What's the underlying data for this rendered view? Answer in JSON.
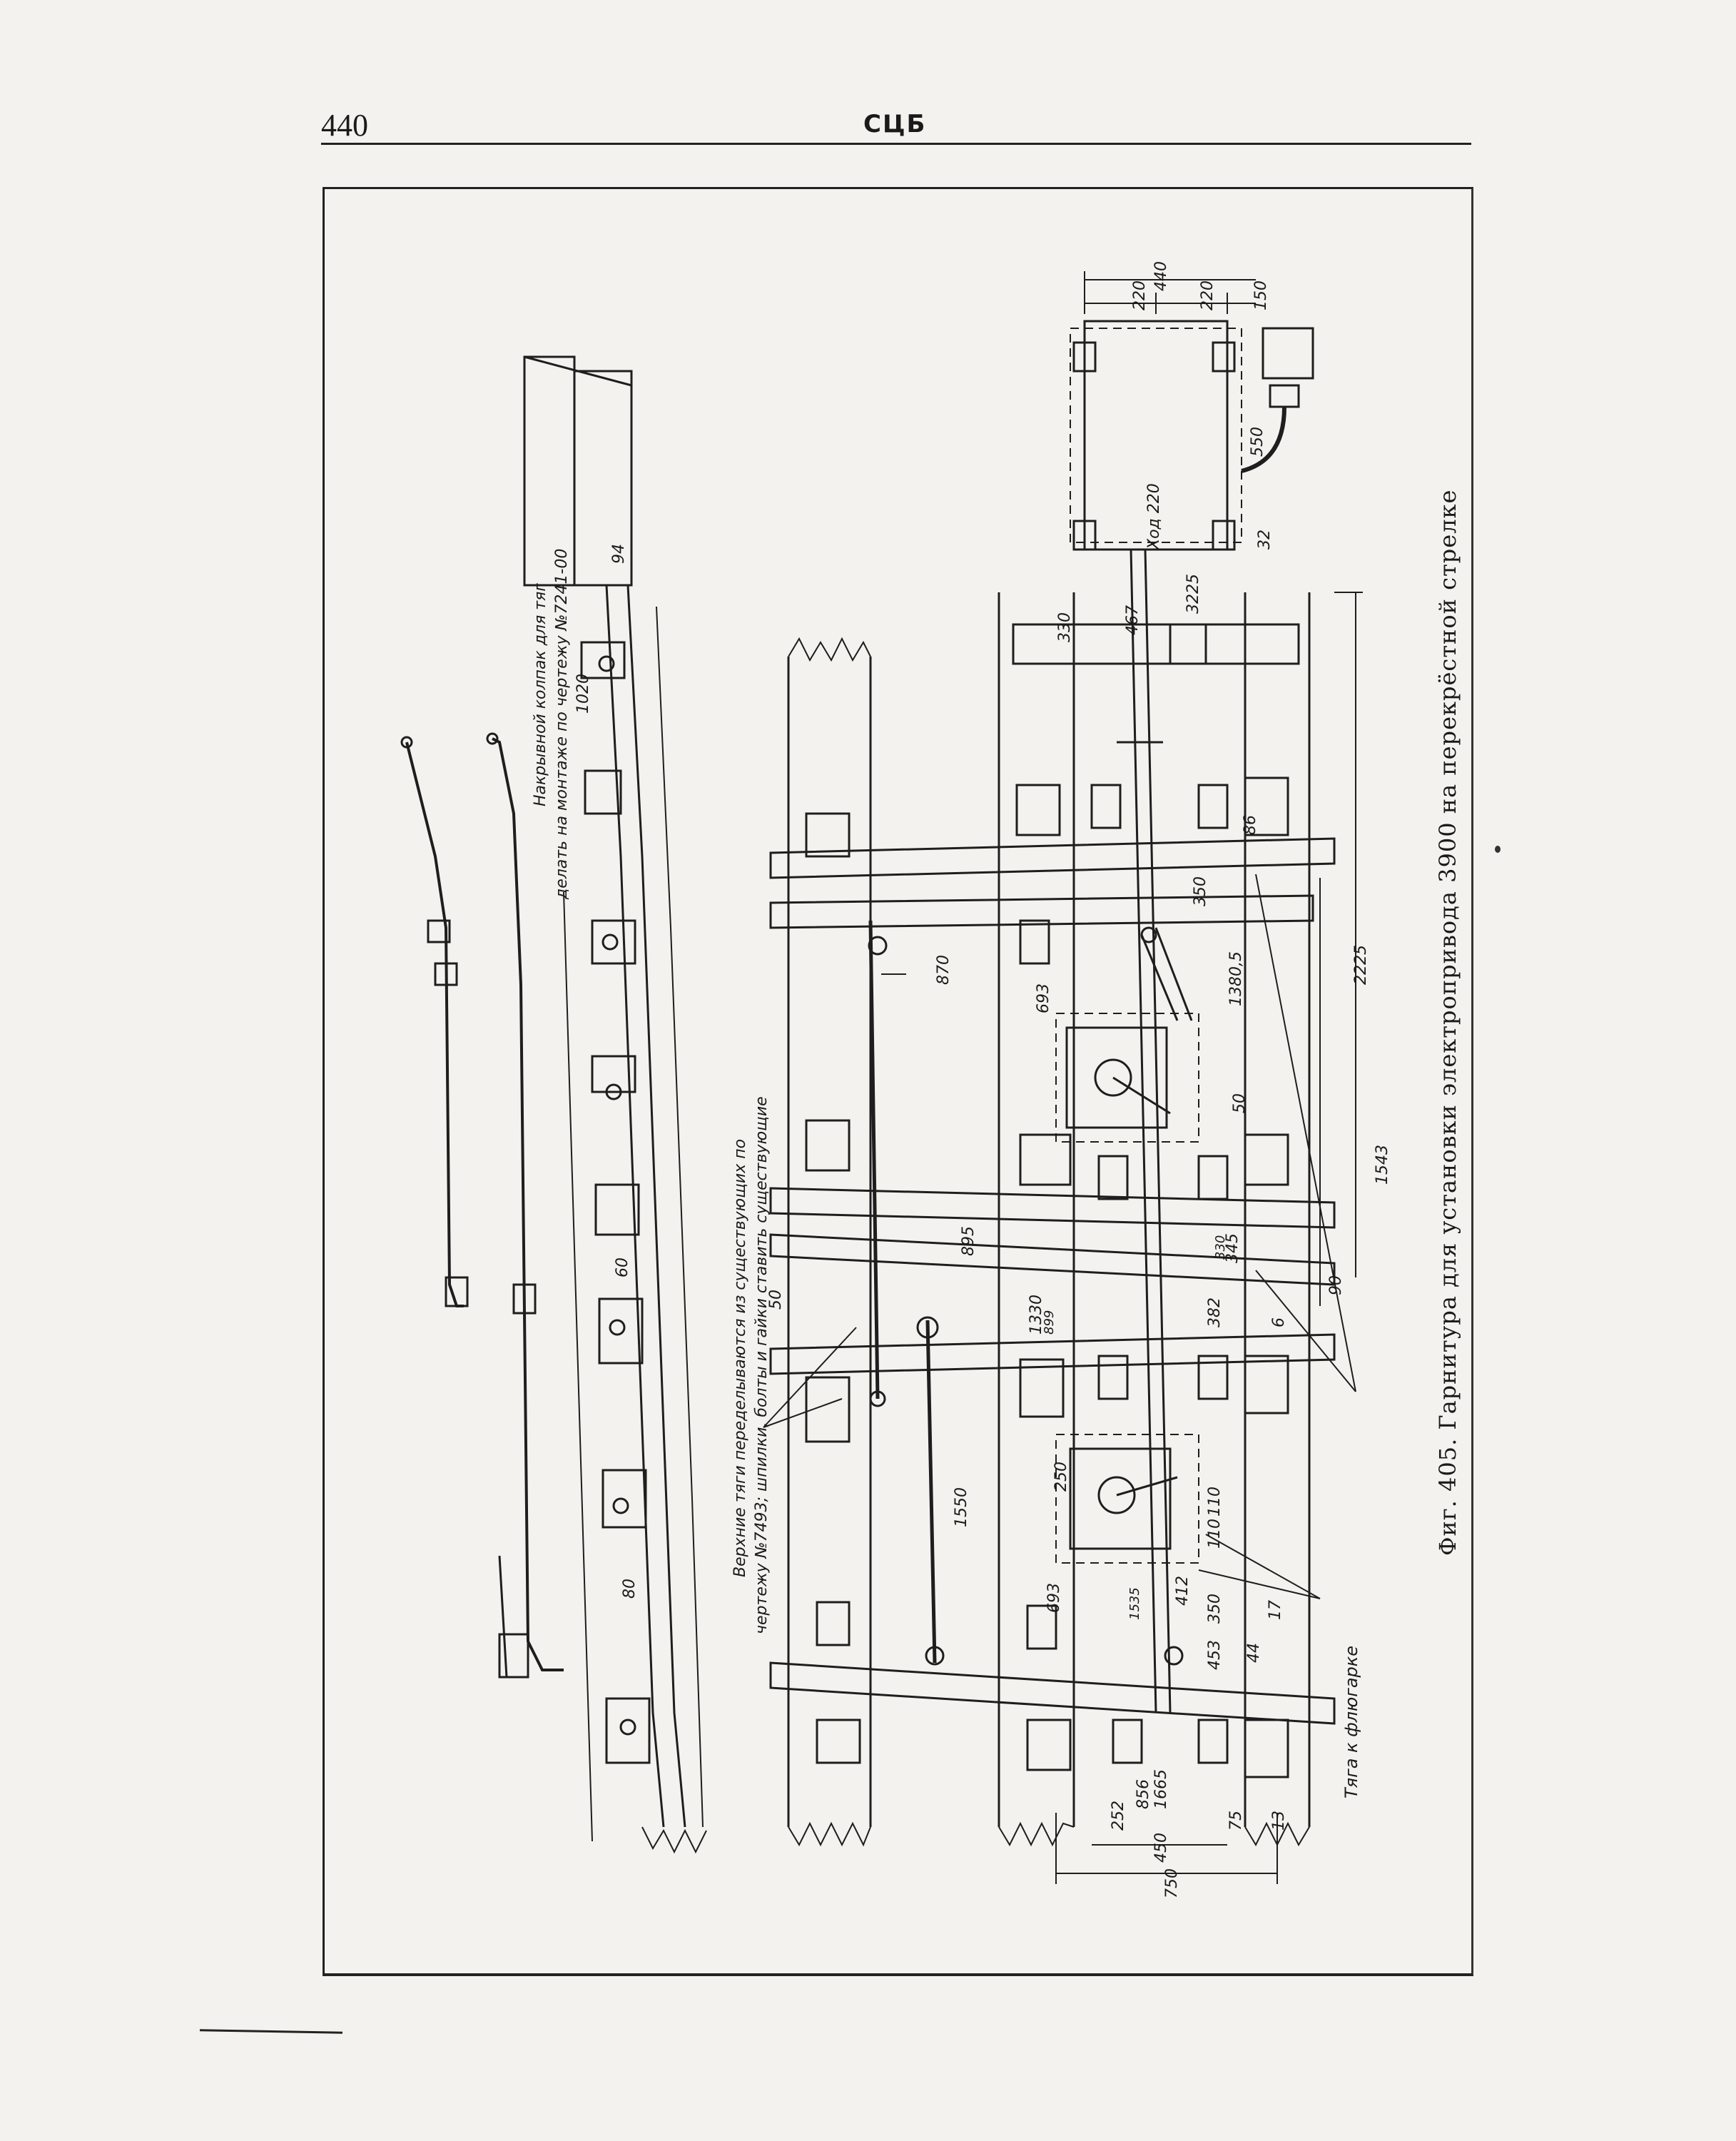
{
  "header": {
    "page_number": "440",
    "running_head": "СЦБ"
  },
  "figure": {
    "caption": "Фиг. 405. Гарнитура для установки электропривода 3900 на перекрёстной стрелке",
    "notes": {
      "cap_note": "Накрывной колпак для тяг",
      "mount_note": "делать на монтаже по чертежу №7241-00",
      "upper_rods_note_1": "Верхние тяги переделываются из существующих по",
      "upper_rods_note_2": "чертежу №7493; шпилки, болты и гайки ставить существующие",
      "frog_rod_label": "Тяга к флюгарке"
    },
    "dimensions": {
      "d440": "440",
      "d220a": "220",
      "d220b": "220",
      "d150": "150",
      "d550": "550",
      "d32": "32",
      "stroke": "Ход 220",
      "d330": "330",
      "d467": "467",
      "d3225": "3225",
      "d94": "94",
      "d1020": "1020",
      "d350a": "350",
      "d870": "870",
      "d693a": "693",
      "d1380": "1380,5",
      "d2225": "2225",
      "d50": "50",
      "d1543": "1543",
      "d895": "895",
      "d345": "345",
      "d330b": "330",
      "d90": "90",
      "d1330": "1330",
      "d899": "899",
      "d382": "382",
      "d6": "6",
      "d60": "60",
      "d1550": "1550",
      "d250": "250",
      "d110a": "110",
      "d110b": "110",
      "d412": "412",
      "d1535": "1535",
      "d350b": "350",
      "d17": "17",
      "d693b": "693",
      "d453": "453",
      "d44": "44",
      "d80": "80",
      "d856": "856",
      "d1665": "1665",
      "d252": "252",
      "d75": "75",
      "d13": "13",
      "d450": "450",
      "d750": "750",
      "d86": "86",
      "d50b": "50"
    }
  }
}
